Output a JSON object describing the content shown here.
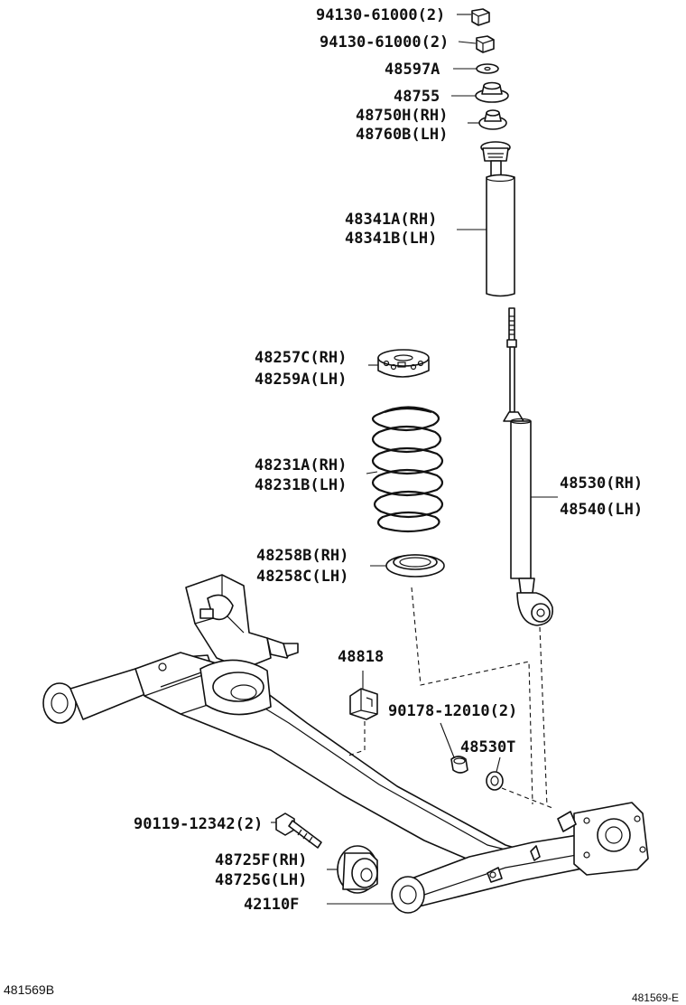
{
  "labels": {
    "nut_upper": "94130-61000(2)",
    "nut_lower": "94130-61000(2)",
    "washer": "48597A",
    "support": "48755",
    "insulator_rh": "48750H(RH)",
    "insulator_lh": "48760B(LH)",
    "bumper_rh": "48341A(RH)",
    "bumper_lh": "48341B(LH)",
    "upper_seat_rh": "48257C(RH)",
    "upper_seat_lh": "48259A(LH)",
    "spring_rh": "48231A(RH)",
    "spring_lh": "48231B(LH)",
    "absorber_rh": "48530(RH)",
    "absorber_lh": "48540(LH)",
    "lower_seat_rh": "48258B(RH)",
    "lower_seat_lh": "48258C(LH)",
    "bracket": "48818",
    "bolt_nut": "90178-12010(2)",
    "cushion": "48530T",
    "bolt": "90119-12342(2)",
    "bushing_rh": "48725F(RH)",
    "bushing_lh": "48725G(LH)",
    "beam": "42110F"
  },
  "footer": {
    "left_code": "481569B",
    "right_code": "481569-E"
  }
}
